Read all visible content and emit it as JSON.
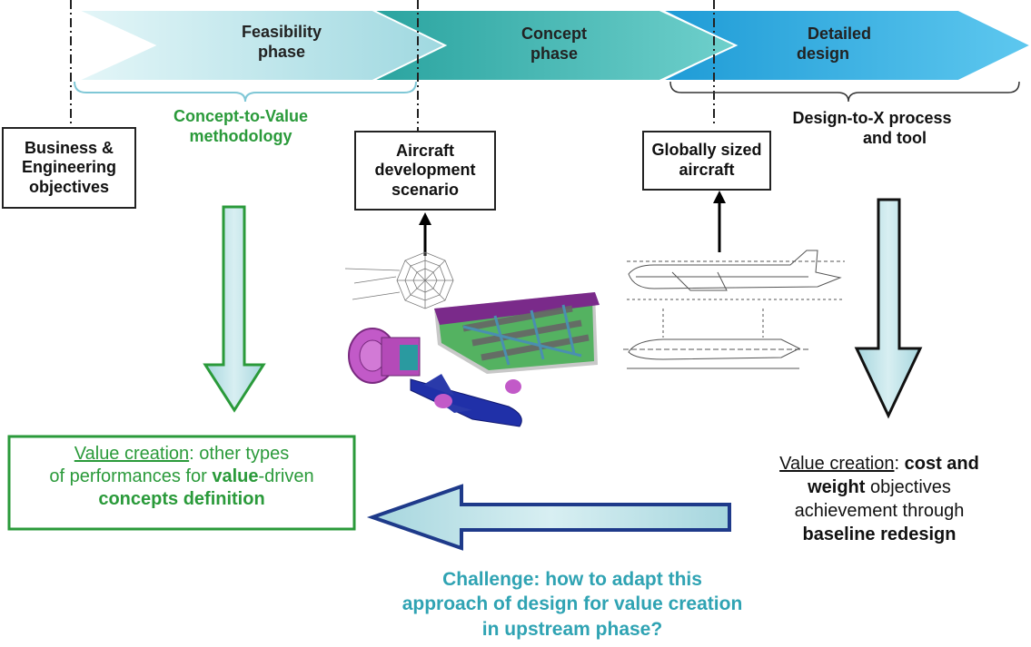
{
  "phases": [
    {
      "label": "Feasibility phase",
      "line1": "Feasibility",
      "line2": "phase"
    },
    {
      "label": "Concept phase",
      "line1": "Concept",
      "line2": "phase"
    },
    {
      "label": "Detailed design",
      "line1": "Detailed",
      "line2": "design"
    }
  ],
  "labels": {
    "ctv_line1": "Concept-to-Value",
    "ctv_line2": "methodology",
    "dtx_line1": "Design-to-X process",
    "dtx_line2": "and tool"
  },
  "boxes": {
    "business": [
      "Business &",
      "Engineering",
      "objectives"
    ],
    "scenario": [
      "Aircraft",
      "development",
      "scenario"
    ],
    "sized": [
      "Globally sized",
      "aircraft"
    ]
  },
  "value_left": {
    "underlined": "Value creation",
    "rest1": ": other types",
    "line2a": "of performances for ",
    "line2b": "value",
    "line2c": "-driven",
    "line3": "concepts definition"
  },
  "value_right": {
    "underlined": "Value creation",
    "colon": ": ",
    "bold1": "cost and",
    "bold2": "weight",
    "rest2": " objectives",
    "line3": "achievement through",
    "line4": "baseline redesign"
  },
  "challenge": [
    "Challenge: how to adapt this",
    "approach of design for value creation",
    "in upstream phase?"
  ],
  "colors": {
    "phase1": "#bfe8ee",
    "phase2": "#3fb6b0",
    "phase3": "#2aa8d8",
    "green": "#2a9a3a",
    "teal": "#2fa3b3",
    "navy": "#1e3a8a",
    "arrow_fill": "#b5dde3"
  }
}
